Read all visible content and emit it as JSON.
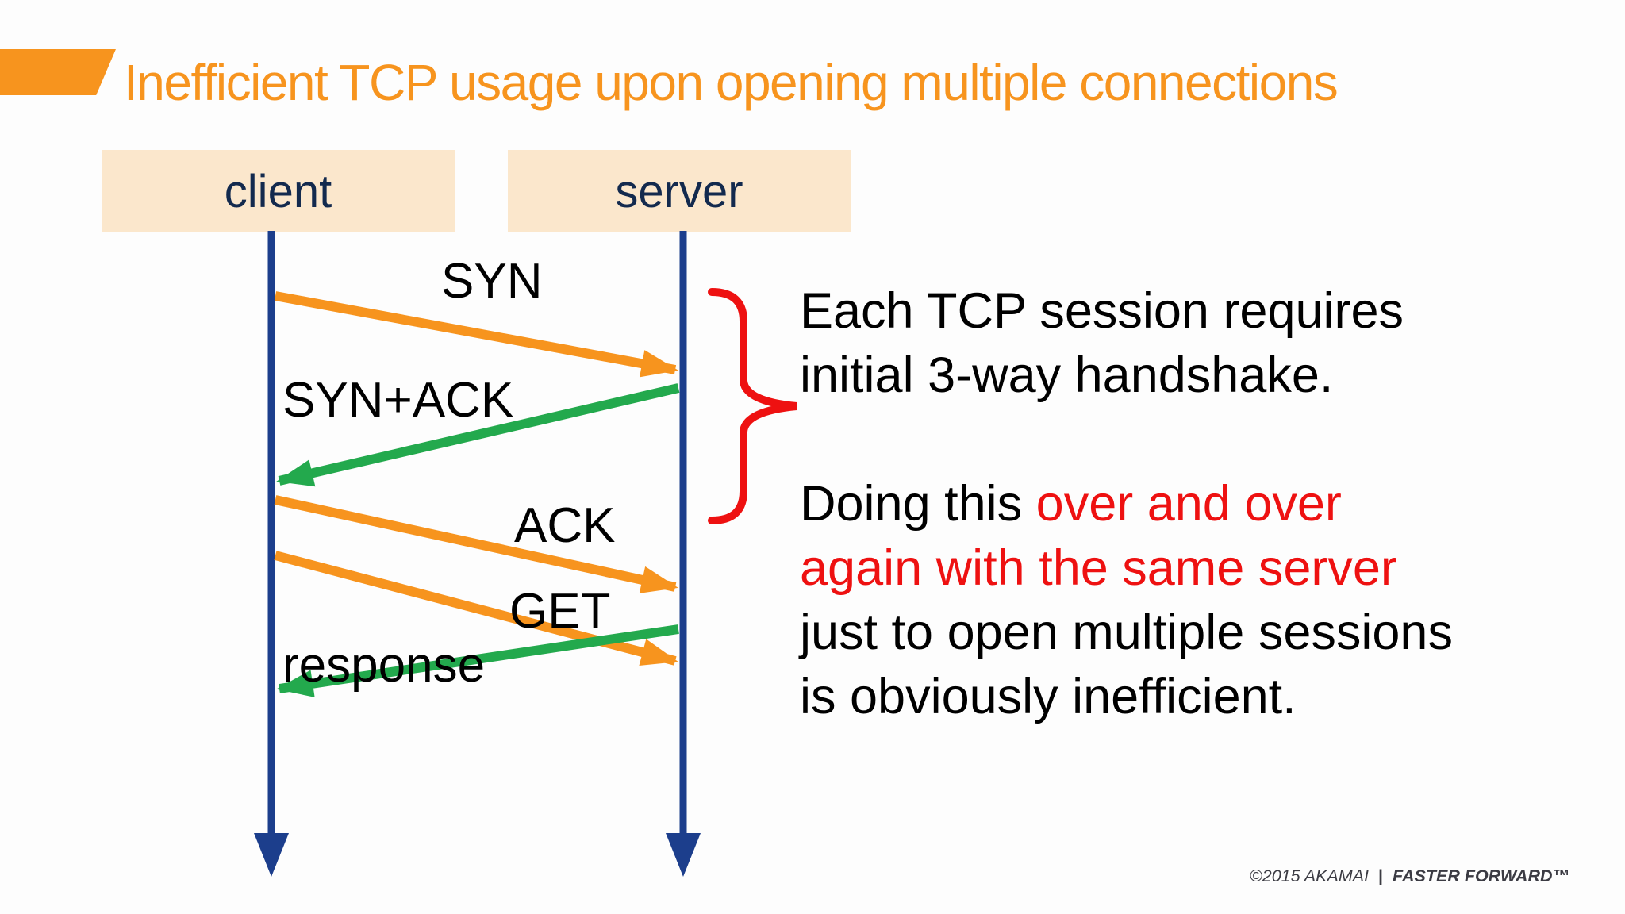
{
  "slide": {
    "title": "Inefficient TCP usage upon opening multiple connections",
    "accent_color": "#F7941E",
    "background_color": "#FDFDFD"
  },
  "diagram": {
    "actors": [
      {
        "label": "client"
      },
      {
        "label": "server"
      }
    ],
    "messages": [
      {
        "label": "SYN",
        "from": "client",
        "to": "server",
        "color": "#F7941E"
      },
      {
        "label": "SYN+ACK",
        "from": "server",
        "to": "client",
        "color": "#23A94D"
      },
      {
        "label": "ACK",
        "from": "client",
        "to": "server",
        "color": "#F7941E"
      },
      {
        "label": "GET",
        "from": "client",
        "to": "server",
        "color": "#F7941E"
      },
      {
        "label": "response",
        "from": "server",
        "to": "client",
        "color": "#23A94D"
      }
    ],
    "lifeline_color": "#1C3E8C",
    "actor_box_fill": "#FBE7CC",
    "actor_text_color": "#132A4E",
    "brace_color": "#EE1111"
  },
  "annotation": {
    "red_color": "#EE1111",
    "lines": [
      [
        {
          "t": "Each TCP session requires"
        }
      ],
      [
        {
          "t": "initial 3-way handshake."
        }
      ],
      [],
      [
        {
          "t": "Doing this "
        },
        {
          "t": "over and over",
          "red": true
        }
      ],
      [
        {
          "t": "again with the same server",
          "red": true
        }
      ],
      [
        {
          "t": "just to open multiple sessions"
        }
      ],
      [
        {
          "t": "is obviously inefficient."
        }
      ]
    ]
  },
  "footer": {
    "copyright": "©2015 AKAMAI",
    "separator": "|",
    "tagline": "FASTER FORWARD™"
  }
}
